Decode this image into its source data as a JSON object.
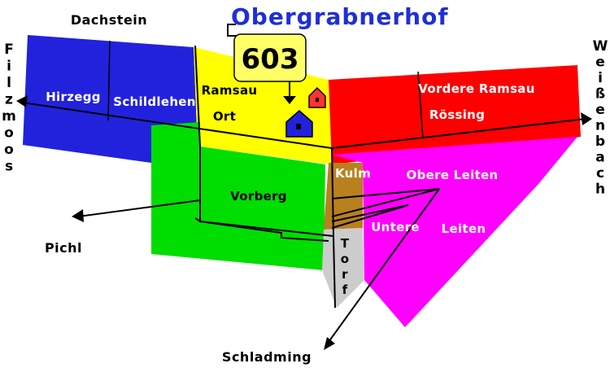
{
  "title": "Obergrabnerhof",
  "badge": {
    "number": "603"
  },
  "directions": {
    "north": "Dachstein",
    "south": "Schladming",
    "west_lower": "Pichl",
    "west_vertical": "Filzmoos",
    "east_vertical": "Weißenbach"
  },
  "regions": {
    "hirzegg": "Hirzegg",
    "schildlehen": "Schildlehen",
    "ramsau_ort_line1": "Ramsau",
    "ramsau_ort_line2": "Ort",
    "vordere_ramsau": "Vordere Ramsau",
    "roessing": "Rössing",
    "vorberg": "Vorberg",
    "kulm": "Kulm",
    "obere_leiten": "Obere Leiten",
    "untere_leiten_1": "Untere",
    "untere_leiten_2": "Leiten",
    "torf": "Torf"
  },
  "colors": {
    "blue": "#2222dd",
    "yellow": "#ffff00",
    "red": "#ff0000",
    "green": "#00dd00",
    "magenta": "#ff00ff",
    "brown": "#b8801e",
    "gray": "#cccccc",
    "title": "#1f2fd6",
    "badge": "#ffff66"
  }
}
